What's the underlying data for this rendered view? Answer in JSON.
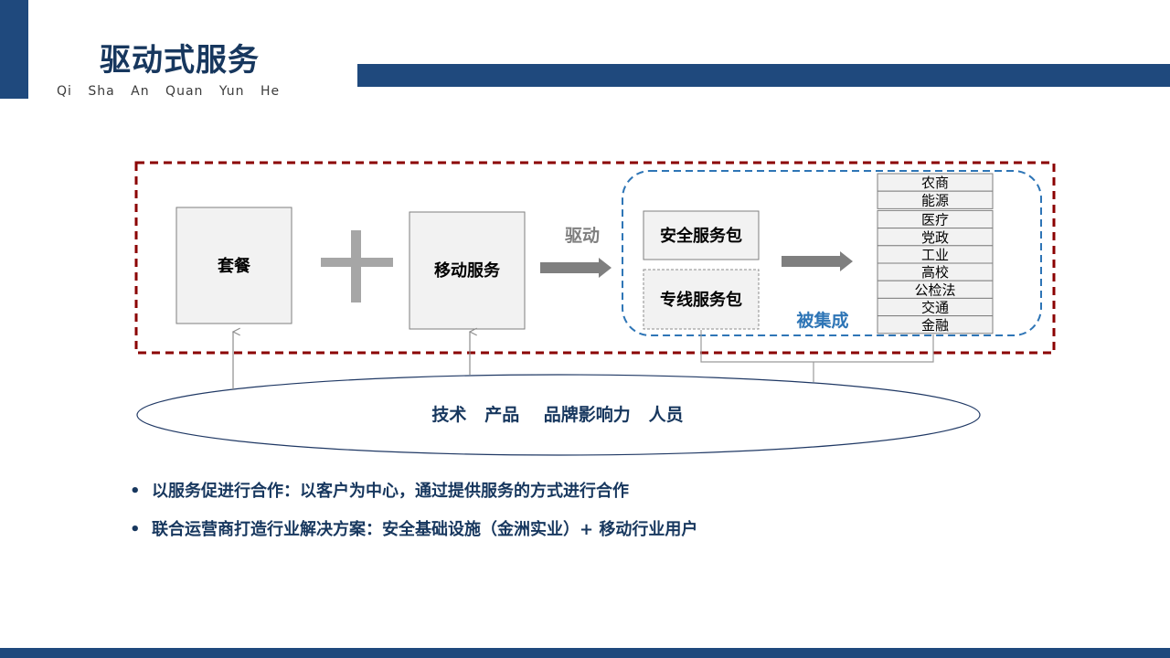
{
  "colors": {
    "navy": "#1f497d",
    "title": "#17375e",
    "dashed_red": "#8b0000",
    "dashed_blue": "#2e75b6",
    "integrated_text": "#2e75b6",
    "box_fill": "#f2f2f2",
    "plus": "#a6a6a6",
    "arrow": "#7f7f7f"
  },
  "header": {
    "title": "驱动式服务",
    "subtitle": "Qi Sha An Quan Yun He"
  },
  "diagram": {
    "box_package": "套餐",
    "box_mobile": "移动服务",
    "drive_label": "驱动",
    "box_security": "安全服务包",
    "box_dedicated": "专线服务包",
    "integrated_label": "被集成",
    "industries": [
      "农商",
      "能源",
      "医疗",
      "党政",
      "工业",
      "高校",
      "公检法",
      "交通",
      "金融"
    ],
    "foundation": "技术   产品    品牌影响力   人员"
  },
  "bullets": [
    "以服务促进行合作：以客户为中心，通过提供服务的方式进行合作",
    "联合运营商打造行业解决方案：安全基础设施（金洲实业）+ 移动行业用户"
  ]
}
